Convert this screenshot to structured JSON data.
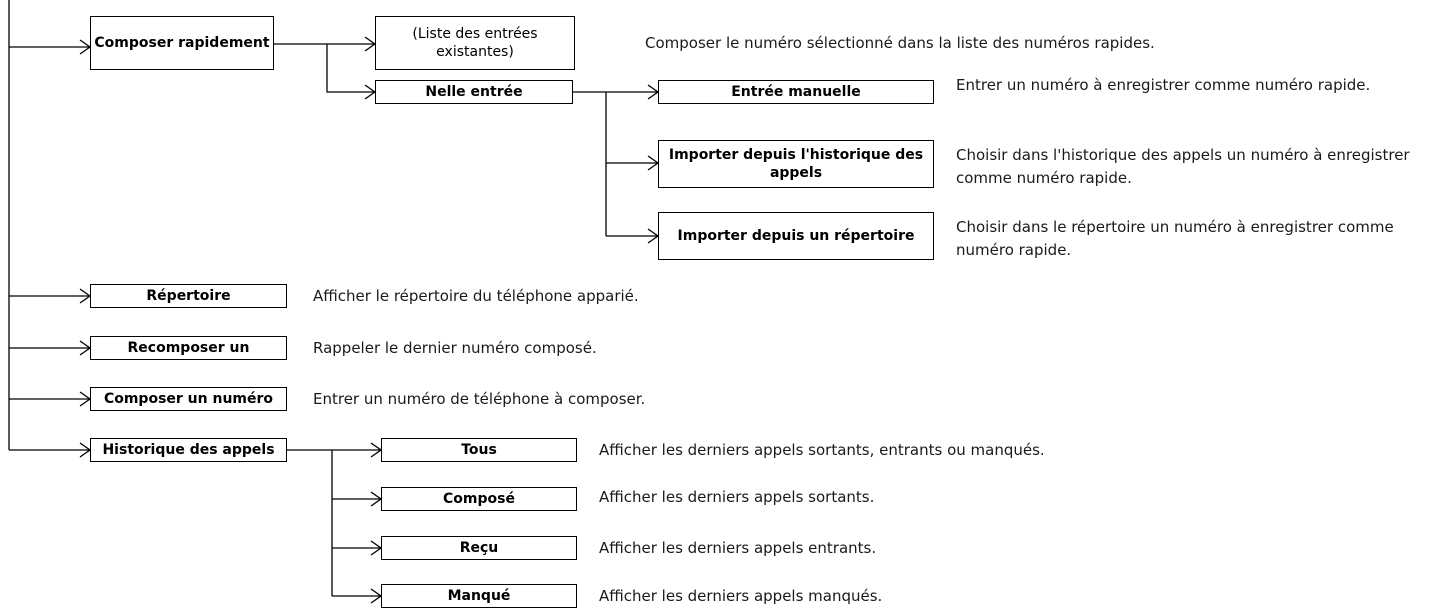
{
  "menu": {
    "speed_dial": {
      "label": "Composer rapidement",
      "existing_entries": {
        "label": "(Liste des entrées existantes)",
        "description": "Composer le numéro sélectionné dans la liste des numéros rapides."
      },
      "new_entry": {
        "label": "Nelle entrée",
        "manual": {
          "label": "Entrée manuelle",
          "description": "Entrer un numéro à enregistrer comme numéro rapide."
        },
        "import_history": {
          "label": "Importer depuis l'historique des appels",
          "description": "Choisir dans l'historique des appels un numéro à enregistrer comme numéro rapide."
        },
        "import_phonebook": {
          "label": "Importer depuis un répertoire",
          "description": "Choisir dans le répertoire un numéro à enregistrer comme numéro rapide."
        }
      }
    },
    "phonebook": {
      "label": "Répertoire",
      "description": "Afficher le répertoire du téléphone apparié."
    },
    "redial": {
      "label": "Recomposer un",
      "description": "Rappeler le dernier numéro composé."
    },
    "dial_number": {
      "label": "Composer un numéro",
      "description": "Entrer un numéro de téléphone à composer."
    },
    "call_history": {
      "label": "Historique des appels",
      "all": {
        "label": "Tous",
        "description": "Afficher les derniers appels sortants, entrants ou manqués."
      },
      "dialed": {
        "label": "Composé",
        "description": "Afficher les derniers appels sortants."
      },
      "received": {
        "label": "Reçu",
        "description": "Afficher les derniers appels entrants."
      },
      "missed": {
        "label": "Manqué",
        "description": "Afficher les derniers appels manqués."
      }
    }
  }
}
